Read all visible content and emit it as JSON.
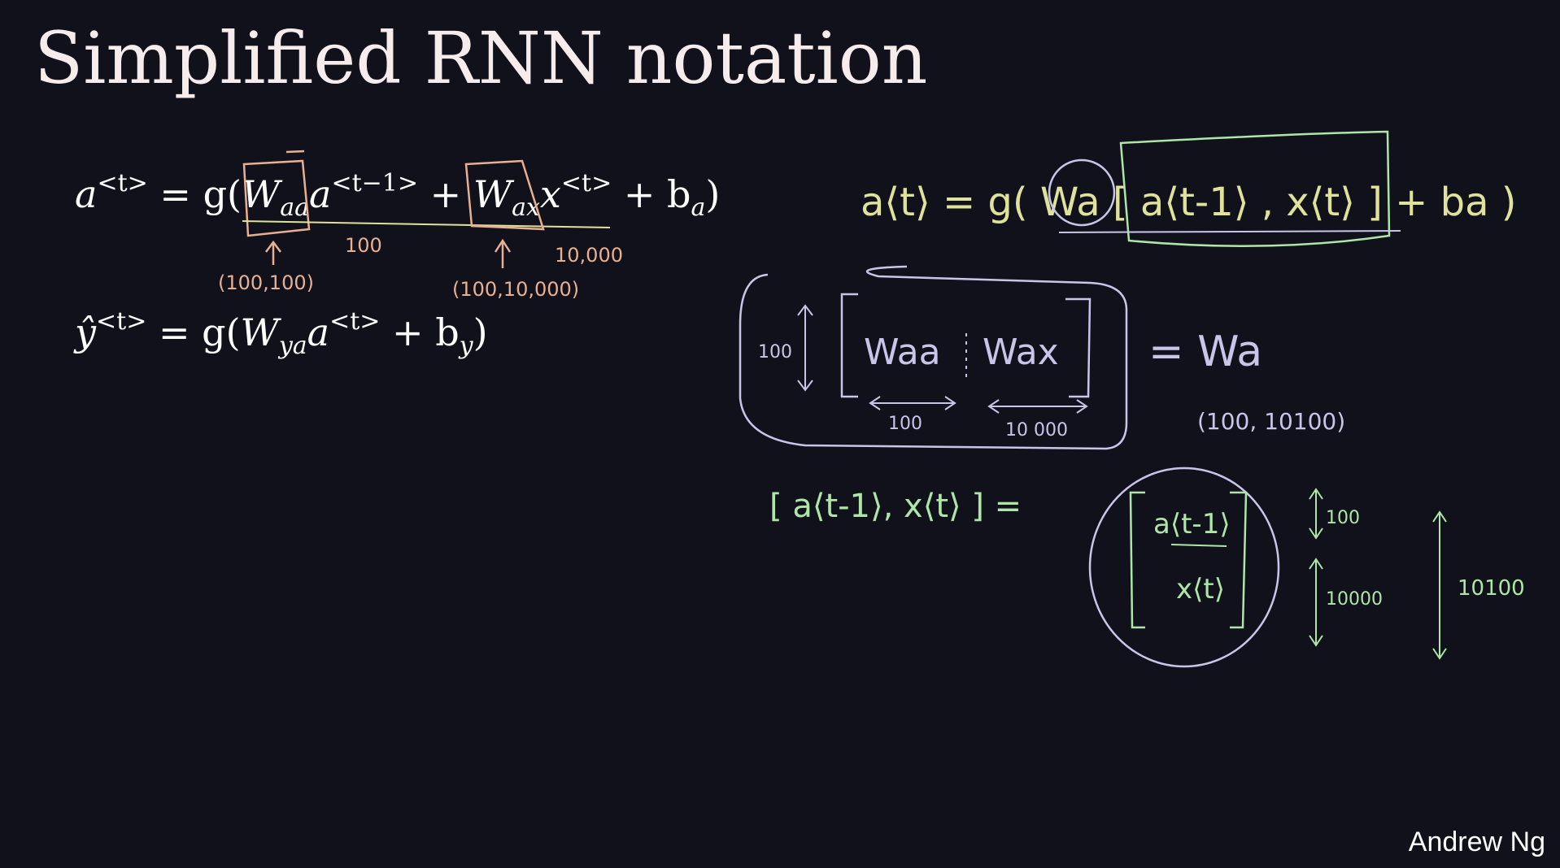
{
  "title": "Simplified RNN notation",
  "author": "Andrew Ng",
  "equations": {
    "eq1": {
      "lhs": "a",
      "lhs_sup": "<t>",
      "eq": " = g(",
      "w1": "W",
      "w1_sub": "aa",
      "a": "a",
      "a_sup": "<t−1>",
      "plus1": " + ",
      "w2": "W",
      "w2_sub": "ax",
      "x": "x",
      "x_sup": "<t>",
      "plus2": " + b",
      "b_sub": "a",
      "close": ")"
    },
    "eq2": {
      "lhs": "ŷ",
      "lhs_sup": "<t>",
      "eq": " = g(",
      "w": "W",
      "w_sub": "ya",
      "a": "a",
      "a_sup": "<t>",
      "plus": " + b",
      "b_sub": "y",
      "close": ")"
    }
  },
  "annotations": {
    "waa_shape": "(100,100)",
    "a_dim": "100",
    "wax_shape": "(100,10,000)",
    "x_dim": "10,000",
    "rhs_eq": "a⟨t⟩ = g( Wa [ a⟨t-1⟩ , x⟨t⟩ ] + ba )",
    "stack_rows": "100",
    "wa_left": "Waa",
    "wa_right": "Wax",
    "wa_left_width": "100",
    "wa_right_width": "10 000",
    "equals_wa": "= Wa",
    "wa_shape": "(100, 10100)",
    "concat_lhs": "[ a⟨t-1⟩, x⟨t⟩ ]  =",
    "concat_top": "a⟨t-1⟩",
    "concat_bottom": "x⟨t⟩",
    "top_height": "100",
    "bottom_height": "10000",
    "total_height": "10100"
  },
  "colors": {
    "background": "#11111c",
    "orange_ink": "#e8b090",
    "yellow_ink": "#dfe29a",
    "purple_ink": "#c8c6e8",
    "green_ink": "#aee6a8"
  }
}
